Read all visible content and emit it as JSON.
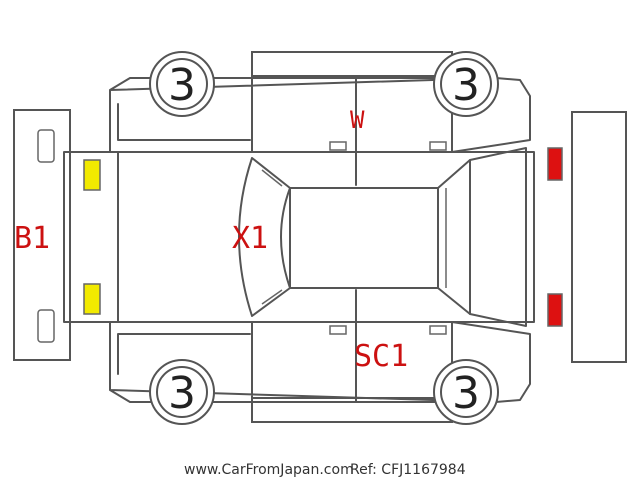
{
  "colors": {
    "outline": "#555555",
    "defect_code": "#cc1111",
    "fog_lamp": "#f2ea00",
    "tail_lamp": "#dd1111"
  },
  "wheels": {
    "front_left": "3",
    "rear_left": "3",
    "front_right": "3",
    "rear_right": "3"
  },
  "damage_codes": {
    "rear_bumper": "B1",
    "roof": "X1",
    "top_panel": "W",
    "lower_side": "SC1"
  },
  "footer": {
    "site": "www.CarFromJapan.com",
    "ref": "Ref: CFJ1167984"
  }
}
